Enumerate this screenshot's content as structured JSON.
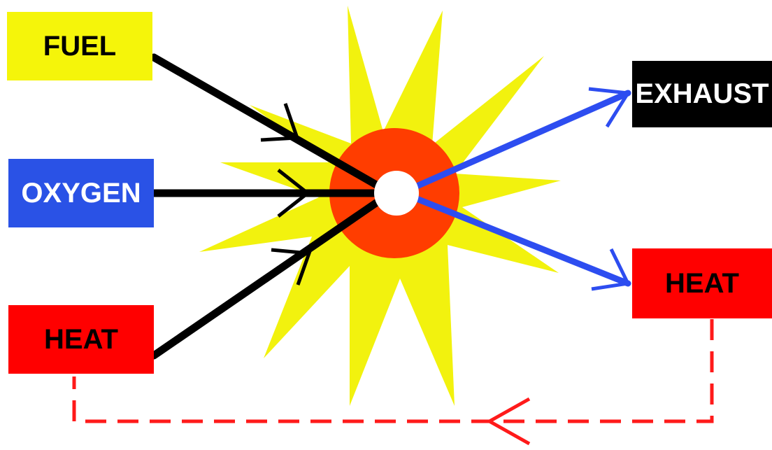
{
  "inputs": {
    "fuel": {
      "label": "FUEL",
      "bg": "#f5f50a",
      "fg": "#000000"
    },
    "oxygen": {
      "label": "OXYGEN",
      "bg": "#2a52e6",
      "fg": "#ffffff"
    },
    "heat": {
      "label": "HEAT",
      "bg": "#ff0000",
      "fg": "#000000"
    }
  },
  "outputs": {
    "exhaust": {
      "label": "EXHAUST",
      "bg": "#000000",
      "fg": "#ffffff"
    },
    "heat": {
      "label": "HEAT",
      "bg": "#ff0000",
      "fg": "#000000"
    }
  },
  "colors": {
    "flame": "#f2f20e",
    "combustion_ring": "#ff3d00",
    "core": "#ffffff",
    "input_arrow": "#000000",
    "output_arrow": "#2d4df0",
    "feedback_arrow": "#ff1a1a"
  },
  "icons": {
    "burst": "starburst-icon",
    "reaction": "combustion-ring-icon"
  }
}
